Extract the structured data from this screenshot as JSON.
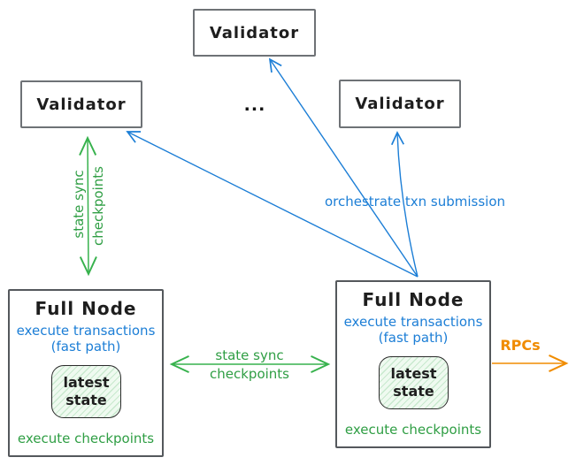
{
  "diagram": {
    "validators": [
      {
        "label": "Validator"
      },
      {
        "label": "Validator"
      },
      {
        "label": "Validator"
      }
    ],
    "ellipsis": "...",
    "full_nodes": [
      {
        "title": "Full Node",
        "execute_transactions": "execute transactions",
        "fast_path": "(fast path)",
        "latest_state": {
          "line1": "latest",
          "line2": "state"
        },
        "execute_checkpoints": "execute checkpoints"
      },
      {
        "title": "Full Node",
        "execute_transactions": "execute transactions",
        "fast_path": "(fast path)",
        "latest_state": {
          "line1": "latest",
          "line2": "state"
        },
        "execute_checkpoints": "execute checkpoints"
      }
    ],
    "arrow_labels": {
      "state_sync_vertical": {
        "line1": "state sync",
        "line2": "checkpoints"
      },
      "state_sync_horizontal": {
        "line1": "state sync",
        "line2": "checkpoints"
      },
      "orchestrate": "orchestrate txn submission",
      "rpcs": "RPCs"
    },
    "colors": {
      "blue": "#1c7ed6",
      "green_text": "#2f9e44",
      "green_arrow": "#37b24d",
      "orange": "#f08c00",
      "validator_border": "#6e7276",
      "node_border": "#54585c",
      "state_fill": "#effaf0",
      "state_hatch": "#c8e9ce",
      "text": "#1e1e1e"
    }
  }
}
